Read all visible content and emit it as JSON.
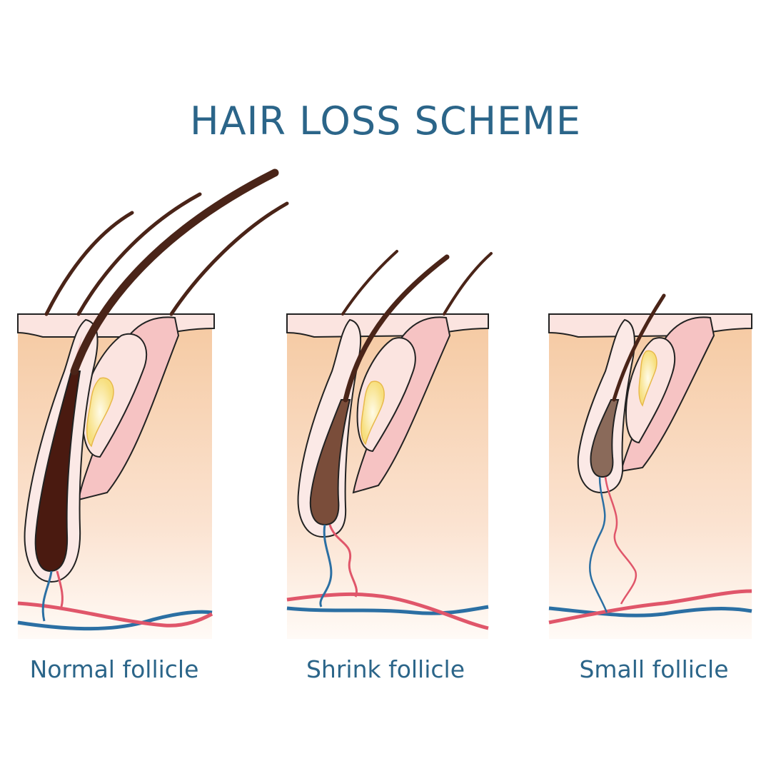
{
  "title": "HAIR LOSS SCHEME",
  "panels": [
    {
      "label": "Normal follicle",
      "follicle_size": "large",
      "hair_count": 4
    },
    {
      "label": "Shrink follicle",
      "follicle_size": "medium",
      "hair_count": 3
    },
    {
      "label": "Small follicle",
      "follicle_size": "small",
      "hair_count": 1
    }
  ],
  "colors": {
    "title": "#2b6589",
    "skin": "#f5caa3",
    "epidermis": "#fbe4e0",
    "outline": "#222222",
    "hair": "#4a2418",
    "artery": "#e0566a",
    "vein": "#2b6fa3"
  }
}
